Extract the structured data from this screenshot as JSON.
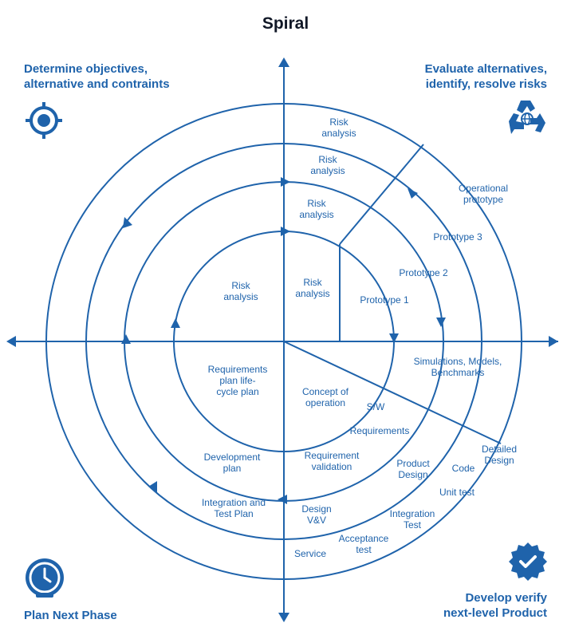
{
  "title": "Spiral",
  "corners": {
    "top_left": [
      "Determine objectives,",
      "alternative and contraints"
    ],
    "top_right": [
      "Evaluate alternatives,",
      "identify, resolve risks"
    ],
    "bottom_left": [
      "Plan Next Phase"
    ],
    "bottom_right": [
      "Develop verify",
      "next-level Product"
    ]
  },
  "icons": {
    "top_left": "target-icon",
    "top_right": "recycle-globe-icon",
    "bottom_left": "clock-icon",
    "bottom_right": "verified-badge-icon"
  },
  "labels": {
    "risk1": [
      "Risk",
      "analysis"
    ],
    "risk2": [
      "Risk",
      "analysis"
    ],
    "risk3": [
      "Risk",
      "analysis"
    ],
    "risk4": [
      "Risk",
      "analysis"
    ],
    "risk5": [
      "Risk",
      "analysis"
    ],
    "op_proto": [
      "Operational",
      "prototype"
    ],
    "proto3": [
      "Prototype 3"
    ],
    "proto2": [
      "Prototype 2"
    ],
    "proto1": [
      "Prototype 1"
    ],
    "sims": [
      "Simulations, Models,",
      "Benchmarks"
    ],
    "req_plan": [
      "Requirements",
      "plan life-",
      "cycle plan"
    ],
    "concept": [
      "Concept of",
      "operation"
    ],
    "sw": [
      "S/W"
    ],
    "requirements": [
      "Requirements"
    ],
    "req_valid": [
      "Requirement",
      "validation"
    ],
    "dev_plan": [
      "Development",
      "plan"
    ],
    "product_design": [
      "Product",
      "Design"
    ],
    "detailed_design": [
      "Detailed",
      "Design"
    ],
    "code": [
      "Code"
    ],
    "unit_test": [
      "Unit test"
    ],
    "integ_plan": [
      "Integration and",
      "Test Plan"
    ],
    "design_vv": [
      "Design",
      "V&V"
    ],
    "integ_test": [
      "Integration",
      "Test"
    ],
    "acceptance": [
      "Acceptance",
      "test"
    ],
    "service": [
      "Service"
    ]
  },
  "colors": {
    "primary": "#1f63ab",
    "title": "#111827"
  }
}
